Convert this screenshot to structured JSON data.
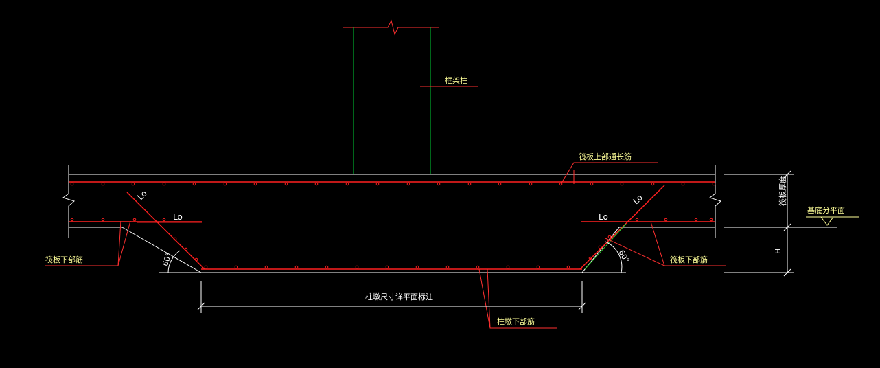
{
  "colors": {
    "background": "#000000",
    "outline": "#ffffff",
    "rebar": "#ff2020",
    "column": "#00cc33",
    "leader": "#ff3030",
    "label": "#ffff99",
    "dimension": "#ffffff",
    "accent_green": "#33cc33"
  },
  "labels": {
    "column": "框架柱",
    "raft_top_rebar": "筏板上部通长筋",
    "raft_thickness": "筏板厚度",
    "foundation_bottom_plane": "基底分平面",
    "raft_bottom_rebar_left": "筏板下部筋",
    "raft_bottom_rebar_right": "筏板下部筋",
    "pier_size_dim": "柱墩尺寸详平面标注",
    "pier_bottom_rebar": "柱墩下部筋",
    "lo_left_diag": "Lo",
    "lo_left_horiz": "Lo",
    "lo_right_diag": "Lo",
    "lo_right_horiz": "Lo",
    "angle_left": "60°",
    "angle_right": "60°",
    "height_h": "H"
  }
}
